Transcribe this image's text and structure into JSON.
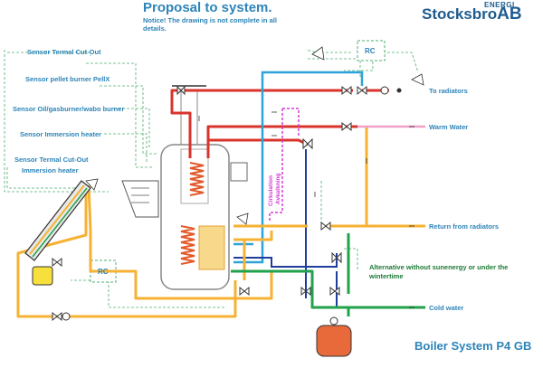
{
  "header": {
    "title": "Proposal to system.",
    "notice": "Notice! The drawing is not complete in all details."
  },
  "logo": {
    "energi": "ENERGI",
    "name": "Stocksbro",
    "suffix": "AB"
  },
  "sensors": [
    "Sensor Termal Cut-Out",
    "Sensor pellet burner PellX",
    "Sensor Oil/gasburner/wabo burner",
    "Sensor Immersion heater",
    "Sensor Termal Cut-Out",
    "Immersion heater"
  ],
  "right_labels": {
    "to_radiators": "To radiators",
    "warm_water": "Warm Water",
    "return_from_radiators": "Return from radiators",
    "cold_water": "Cold water"
  },
  "controllers": {
    "rc_top": "RC",
    "rc_left": "RC"
  },
  "circulation_labels": [
    "Cirkulation",
    "Avkalkning"
  ],
  "alternative_note": "Alternative without sunenergy or under the wintertime",
  "footer": "Boiler System P4 GB",
  "colors": {
    "hot_supply": "#d9342b",
    "return": "#f5b233",
    "radiator_supply": "#2ea3d9",
    "cold_water": "#22a24a",
    "dark_blue": "#1f3d9a",
    "warm_water": "#f2a0c8",
    "circulation": "#d63ad6",
    "control_lines": "#4caf6e"
  }
}
